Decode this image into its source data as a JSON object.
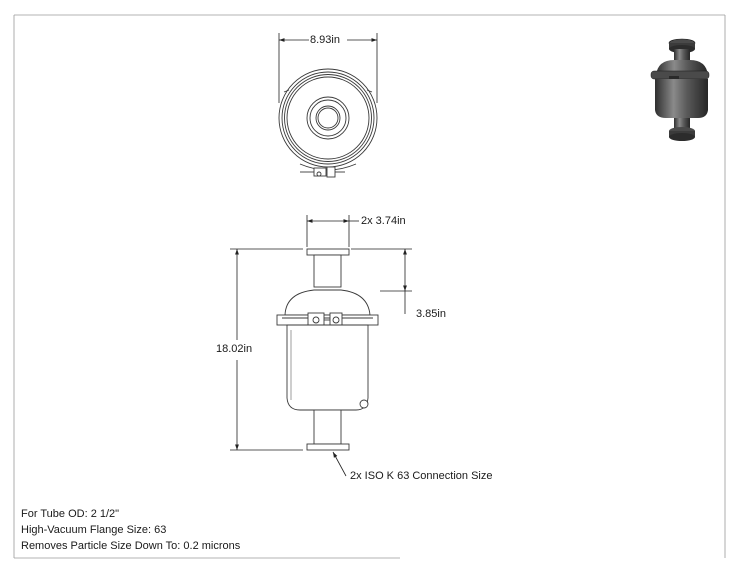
{
  "dimensions": {
    "overall_width": "8.93in",
    "flange_width": "2x 3.74in",
    "overall_height": "18.02in",
    "flange_to_clamp": "3.85in",
    "connection_size": "2x ISO K 63 Connection Size"
  },
  "notes": [
    "For Tube OD: 2 1/2\"",
    "High-Vacuum Flange Size: 63",
    "Removes Particle Size Down To: 0.2 microns"
  ],
  "colors": {
    "line": "#3a3a3a",
    "dimension": "#222222",
    "body_shade": "#5b5b5b"
  }
}
